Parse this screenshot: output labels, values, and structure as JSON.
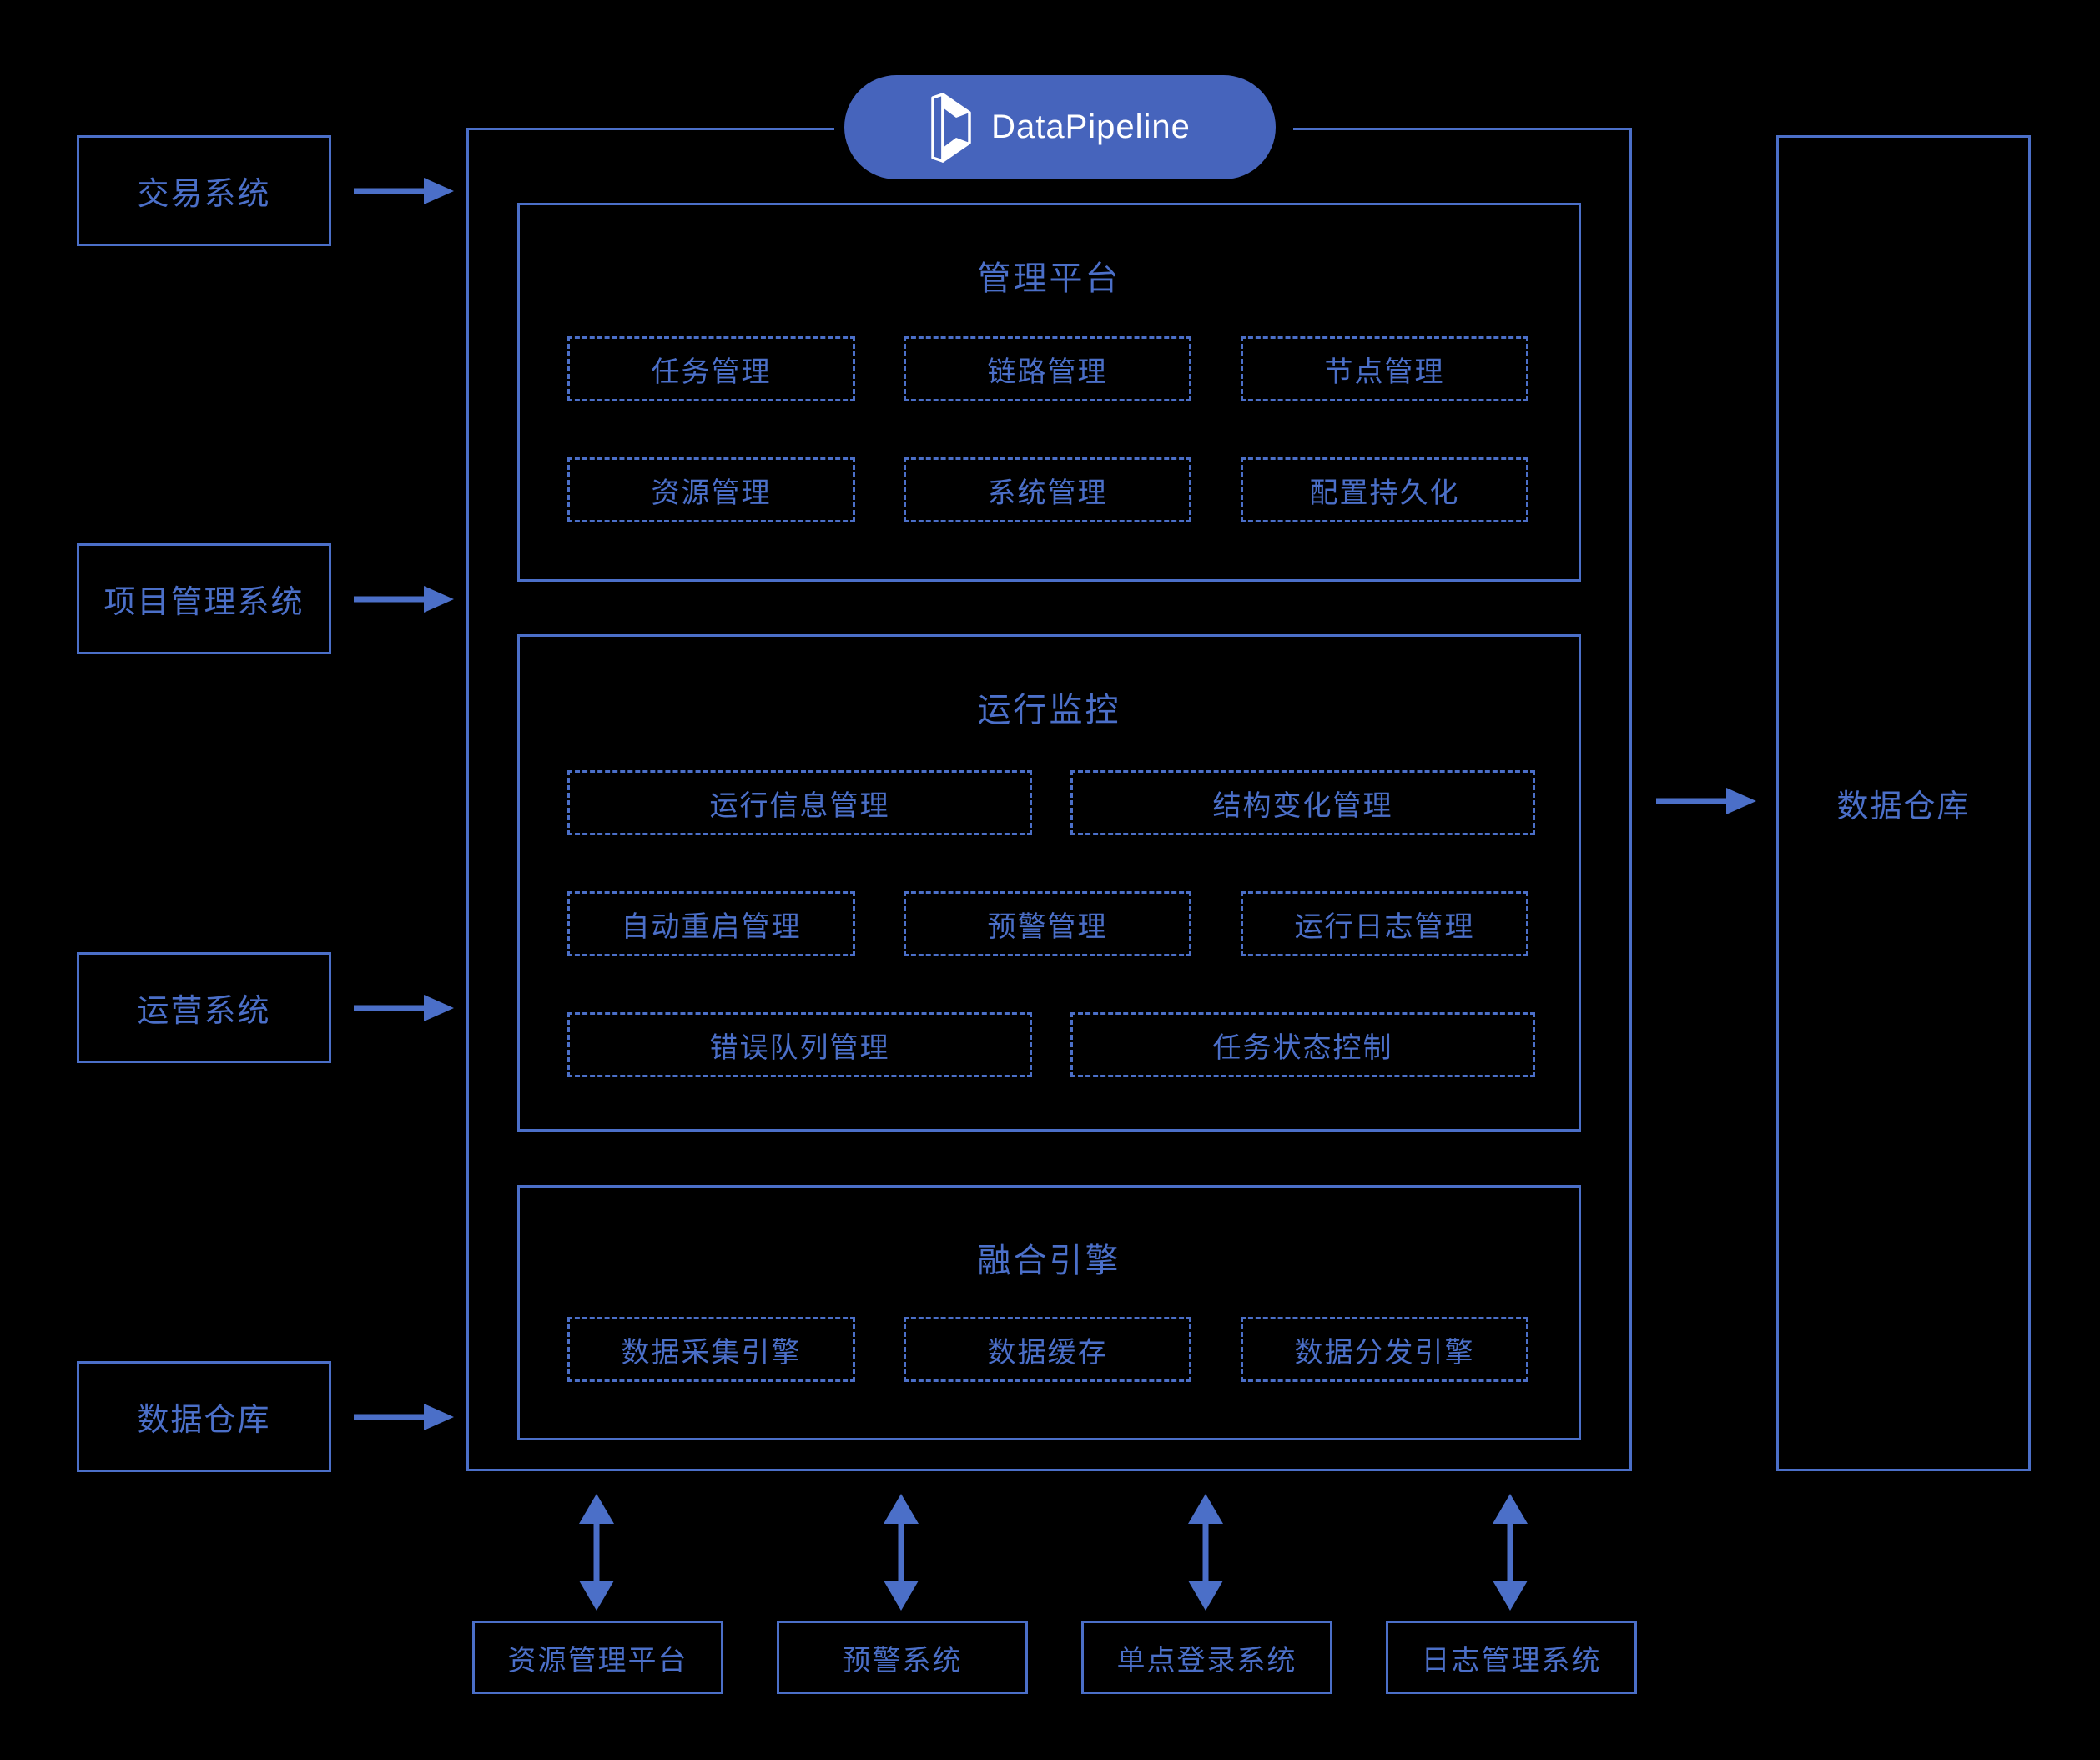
{
  "brand": {
    "name": "DataPipeline",
    "logo_icon": "datapipeline-logo-icon",
    "pill_color": "#4664BC",
    "text_color": "#FFFFFF"
  },
  "theme": {
    "background": "#000000",
    "line_color": "#4B6FC8",
    "text_color": "#4B6FC8"
  },
  "inputs": [
    {
      "label": "交易系统"
    },
    {
      "label": "项目管理系统"
    },
    {
      "label": "运营系统"
    },
    {
      "label": "数据仓库"
    }
  ],
  "output": {
    "label": "数据仓库"
  },
  "sections": [
    {
      "title": "管理平台",
      "rows": [
        [
          {
            "label": "任务管理"
          },
          {
            "label": "链路管理"
          },
          {
            "label": "节点管理"
          }
        ],
        [
          {
            "label": "资源管理"
          },
          {
            "label": "系统管理"
          },
          {
            "label": "配置持久化"
          }
        ]
      ]
    },
    {
      "title": "运行监控",
      "rows": [
        [
          {
            "label": "运行信息管理"
          },
          {
            "label": "结构变化管理"
          }
        ],
        [
          {
            "label": "自动重启管理"
          },
          {
            "label": "预警管理"
          },
          {
            "label": "运行日志管理"
          }
        ],
        [
          {
            "label": "错误队列管理"
          },
          {
            "label": "任务状态控制"
          }
        ]
      ]
    },
    {
      "title": "融合引擎",
      "rows": [
        [
          {
            "label": "数据采集引擎"
          },
          {
            "label": "数据缓存"
          },
          {
            "label": "数据分发引擎"
          }
        ]
      ]
    }
  ],
  "support_systems": [
    {
      "label": "资源管理平台"
    },
    {
      "label": "预警系统"
    },
    {
      "label": "单点登录系统"
    },
    {
      "label": "日志管理系统"
    }
  ]
}
